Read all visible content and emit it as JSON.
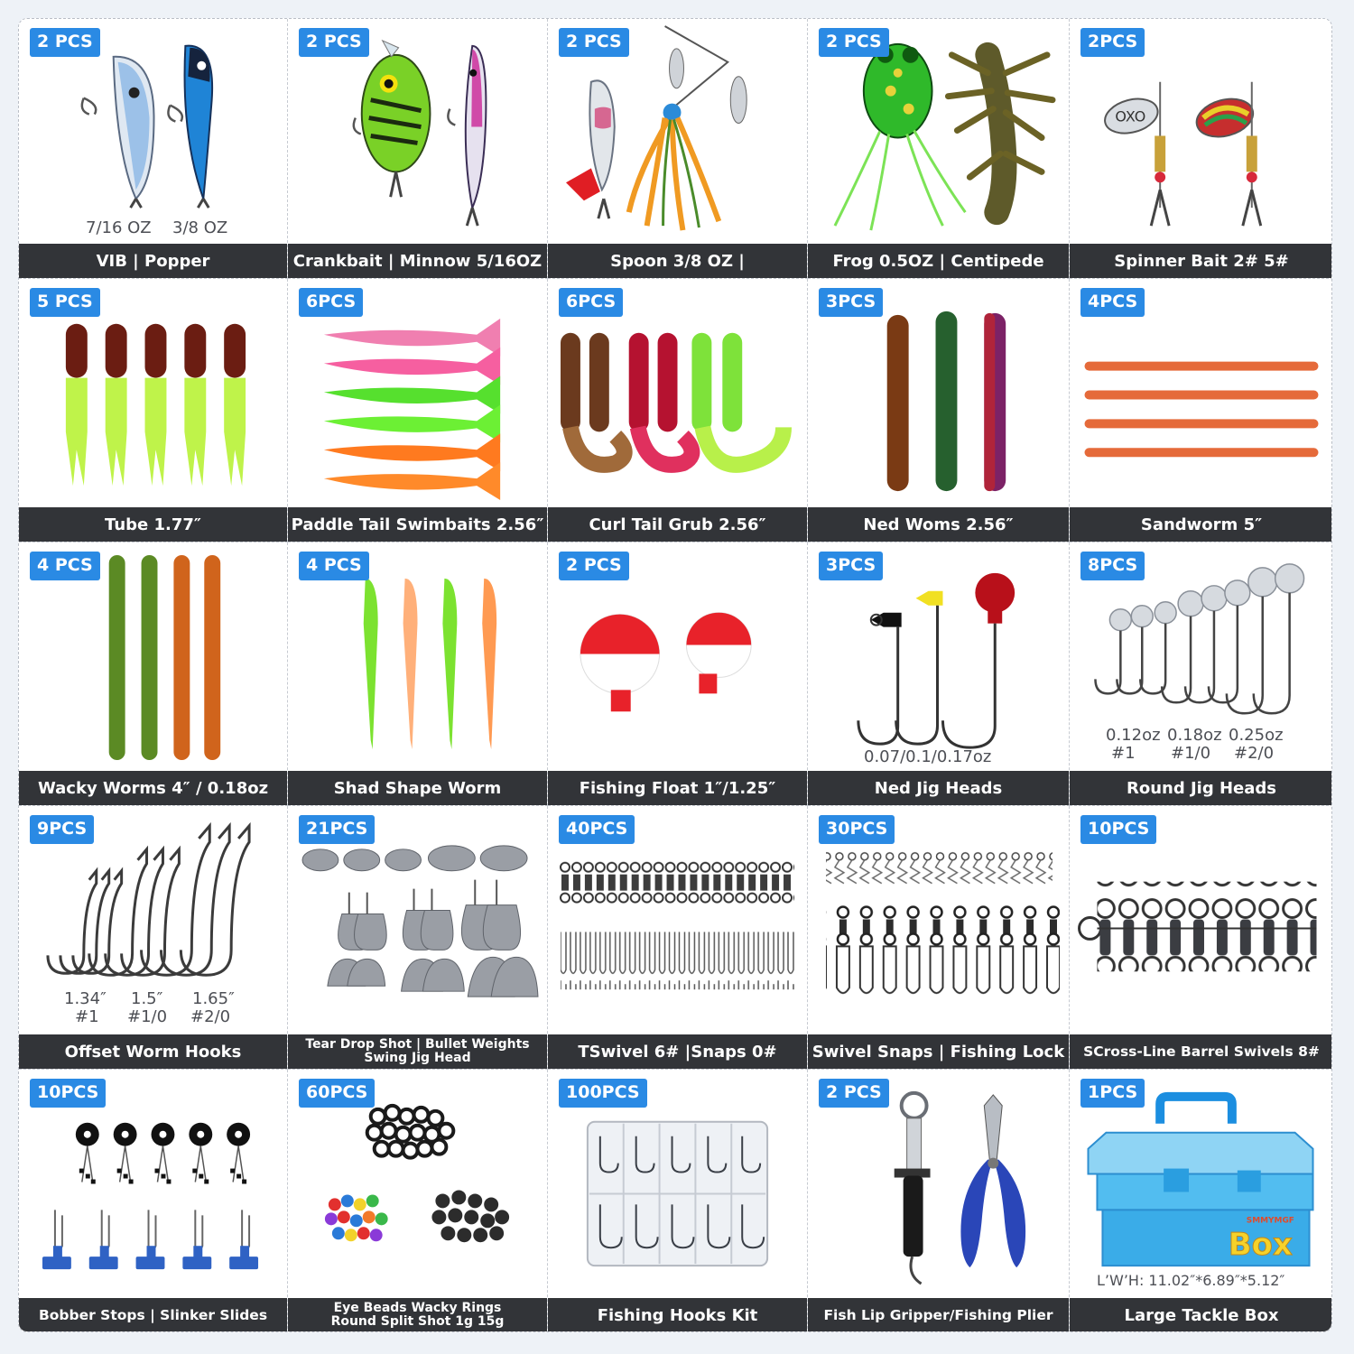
{
  "colors": {
    "badge": "#2a8ae4",
    "caption_bar": "#323438",
    "caption_text": "#ffffff",
    "page_background": "#eef2f7"
  },
  "items": [
    {
      "badge": "2 PCS",
      "caption": "VIB | Popper",
      "sizes": [
        "7/16 OZ",
        "3/8 OZ"
      ],
      "icon": "vib-popper-lure-icon"
    },
    {
      "badge": "2 PCS",
      "caption": "Crankbait | Minnow 5/16OZ",
      "icon": "crankbait-minnow-icon"
    },
    {
      "badge": "2 PCS",
      "caption": "Spoon 3/8 OZ |",
      "icon": "spoon-spinnerbait-icon"
    },
    {
      "badge": "2 PCS",
      "caption": "Frog 0.5OZ | Centipede",
      "icon": "frog-centipede-icon"
    },
    {
      "badge": "2PCS",
      "caption": "Spinner Bait 2# 5#",
      "icon": "spinner-bait-icon"
    },
    {
      "badge": "5 PCS",
      "caption": "Tube 1.77″",
      "icon": "tube-bait-icon"
    },
    {
      "badge": "6PCS",
      "caption": "Paddle Tail Swimbaits 2.56″",
      "icon": "swimbait-icon"
    },
    {
      "badge": "6PCS",
      "caption": "Curl Tail Grub 2.56″",
      "icon": "curl-tail-grub-icon"
    },
    {
      "badge": "3PCS",
      "caption": "Ned Woms 2.56″",
      "icon": "ned-worm-icon"
    },
    {
      "badge": "4PCS",
      "caption": "Sandworm 5″",
      "icon": "sandworm-icon"
    },
    {
      "badge": "4 PCS",
      "caption": "Wacky Worms 4″ / 0.18oz",
      "icon": "wacky-worm-icon"
    },
    {
      "badge": "4 PCS",
      "caption": "Shad Shape Worm",
      "icon": "shad-worm-icon"
    },
    {
      "badge": "2 PCS",
      "caption": "Fishing Float 1″/1.25″",
      "icon": "fishing-float-icon"
    },
    {
      "badge": "3PCS",
      "caption": "Ned Jig Heads",
      "sizes": [
        "0.07/0.1/0.17oz"
      ],
      "icon": "ned-jig-head-icon"
    },
    {
      "badge": "8PCS",
      "caption": "Round Jig Heads",
      "sizes": [
        "0.12oz",
        "0.18oz",
        "0.25oz"
      ],
      "hooks": [
        "#1",
        "#1/0",
        "#2/0"
      ],
      "icon": "round-jig-head-icon"
    },
    {
      "badge": "9PCS",
      "caption": "Offset Worm Hooks",
      "sizes": [
        "1.34″",
        "1.5″",
        "1.65″"
      ],
      "hooks": [
        "#1",
        "#1/0",
        "#2/0"
      ],
      "icon": "offset-hook-icon"
    },
    {
      "badge": "21PCS",
      "caption_lines": [
        "Tear Drop Shot | Bullet Weights",
        "Swing Jig Head"
      ],
      "icon": "sinker-weight-icon"
    },
    {
      "badge": "40PCS",
      "caption": "TSwivel 6# |Snaps 0#",
      "icon": "swivel-snap-icon"
    },
    {
      "badge": "30PCS",
      "caption": "Swivel Snaps | Fishing Lock",
      "icon": "swivel-lock-icon"
    },
    {
      "badge": "10PCS",
      "caption": "SCross-Line Barrel Swivels 8#",
      "icon": "barrel-swivel-icon"
    },
    {
      "badge": "10PCS",
      "caption": "Bobber Stops | Slinker Slides",
      "icon": "bobber-stop-icon"
    },
    {
      "badge": "60PCS",
      "caption_lines": [
        "Eye Beads Wacky Rings",
        "Round Split Shot 1g 15g"
      ],
      "icon": "beads-rings-icon"
    },
    {
      "badge": "100PCS",
      "caption": "Fishing Hooks Kit",
      "icon": "hooks-kit-box-icon"
    },
    {
      "badge": "2 PCS",
      "caption": "Fish Lip Gripper/Fishing Plier",
      "icon": "gripper-plier-icon"
    },
    {
      "badge": "1PCS",
      "caption": "Large Tackle Box",
      "dimension": "L’W’H: 11.02″*6.89″*5.12″",
      "box_brand": "SMMYMGF",
      "box_word": "Box",
      "icon": "tackle-box-icon"
    }
  ]
}
